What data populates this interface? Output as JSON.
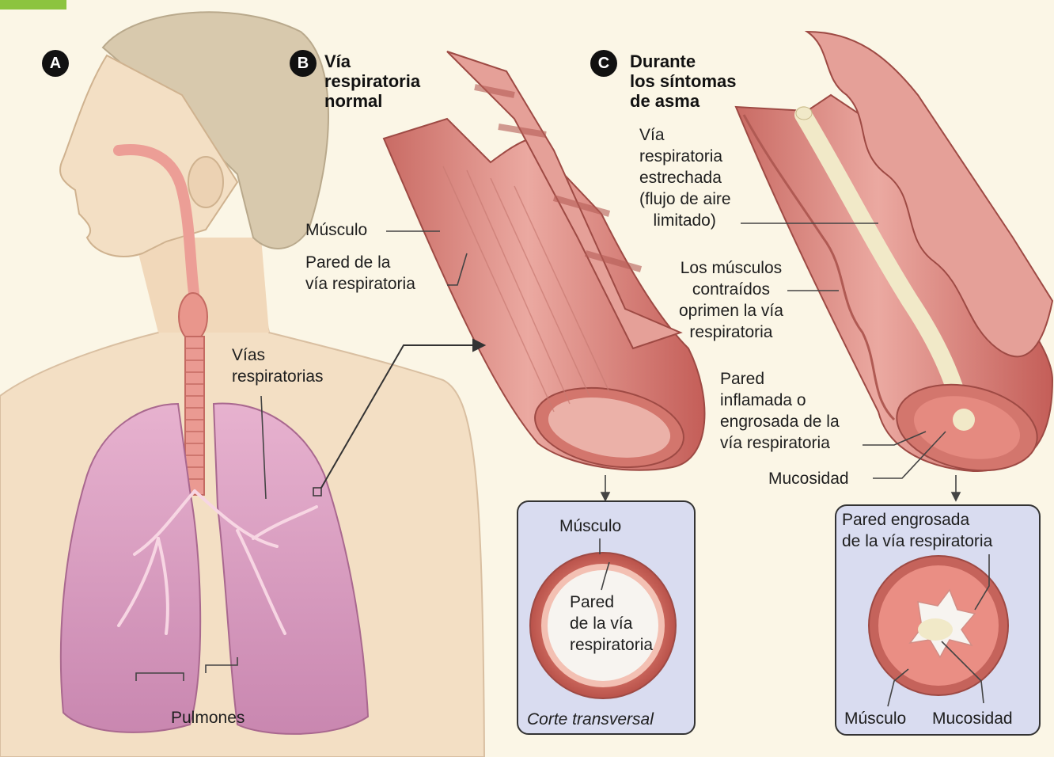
{
  "panels": {
    "a": {
      "badge": "A"
    },
    "b": {
      "badge": "B",
      "title": "Vía\nrespiratoria\nnormal"
    },
    "c": {
      "badge": "C",
      "title": "Durante\nlos síntomas\nde asma"
    }
  },
  "labels": {
    "vias_respiratorias": "Vías\nrespiratorias",
    "pulmones": "Pulmones",
    "musculo_b": "Músculo",
    "pared_b": "Pared de la\nvía respiratoria",
    "via_estrechada": "Vía\nrespiratoria\nestrechada\n(flujo de aire\n   limitado)",
    "musculos_contraidos": "Los músculos\ncontraídos\noprimen la vía\nrespiratoria",
    "pared_inflamada": "Pared\ninflamada o\nengrosada de la\nvía respiratoria",
    "mucosidad_c": "Mucosidad"
  },
  "inset_normal": {
    "musculo": "Músculo",
    "pared": "Pared\nde la vía\nrespiratoria",
    "caption": "Corte transversal"
  },
  "inset_asthma": {
    "title": "Pared engrosada\nde la vía respiratoria",
    "musculo": "Músculo",
    "mucosidad": "Mucosidad"
  },
  "colors": {
    "background": "#fbf6e6",
    "accent_bar": "#8cc43f",
    "skin": "#f3dfc4",
    "hair": "#d8c9ad",
    "lung": "#d99cc0",
    "airway": "#e7a19a",
    "airway_dark": "#c4635c",
    "inset_bg": "#d9dcf0",
    "mucus": "#f1e9c8"
  }
}
